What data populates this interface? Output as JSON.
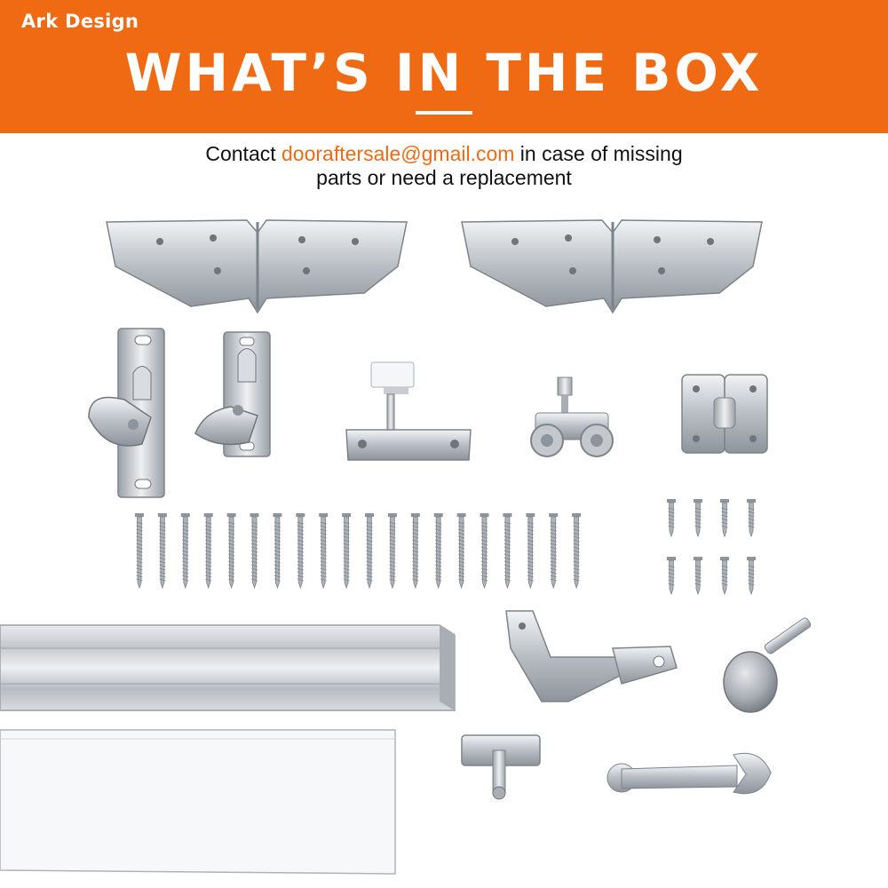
{
  "header": {
    "brand": "Ark Design",
    "title": "WHAT’S IN THE BOX",
    "background_color": "#f06a14"
  },
  "contact": {
    "prefix": "Contact ",
    "email": "dooraftersale@gmail.com",
    "suffix": " in case of missing",
    "line2": "parts or need a replacement",
    "email_color": "#f06a14"
  },
  "parts": {
    "pivot_brackets": 2,
    "latches": 2,
    "long_screws": 20,
    "short_screws": 8
  }
}
